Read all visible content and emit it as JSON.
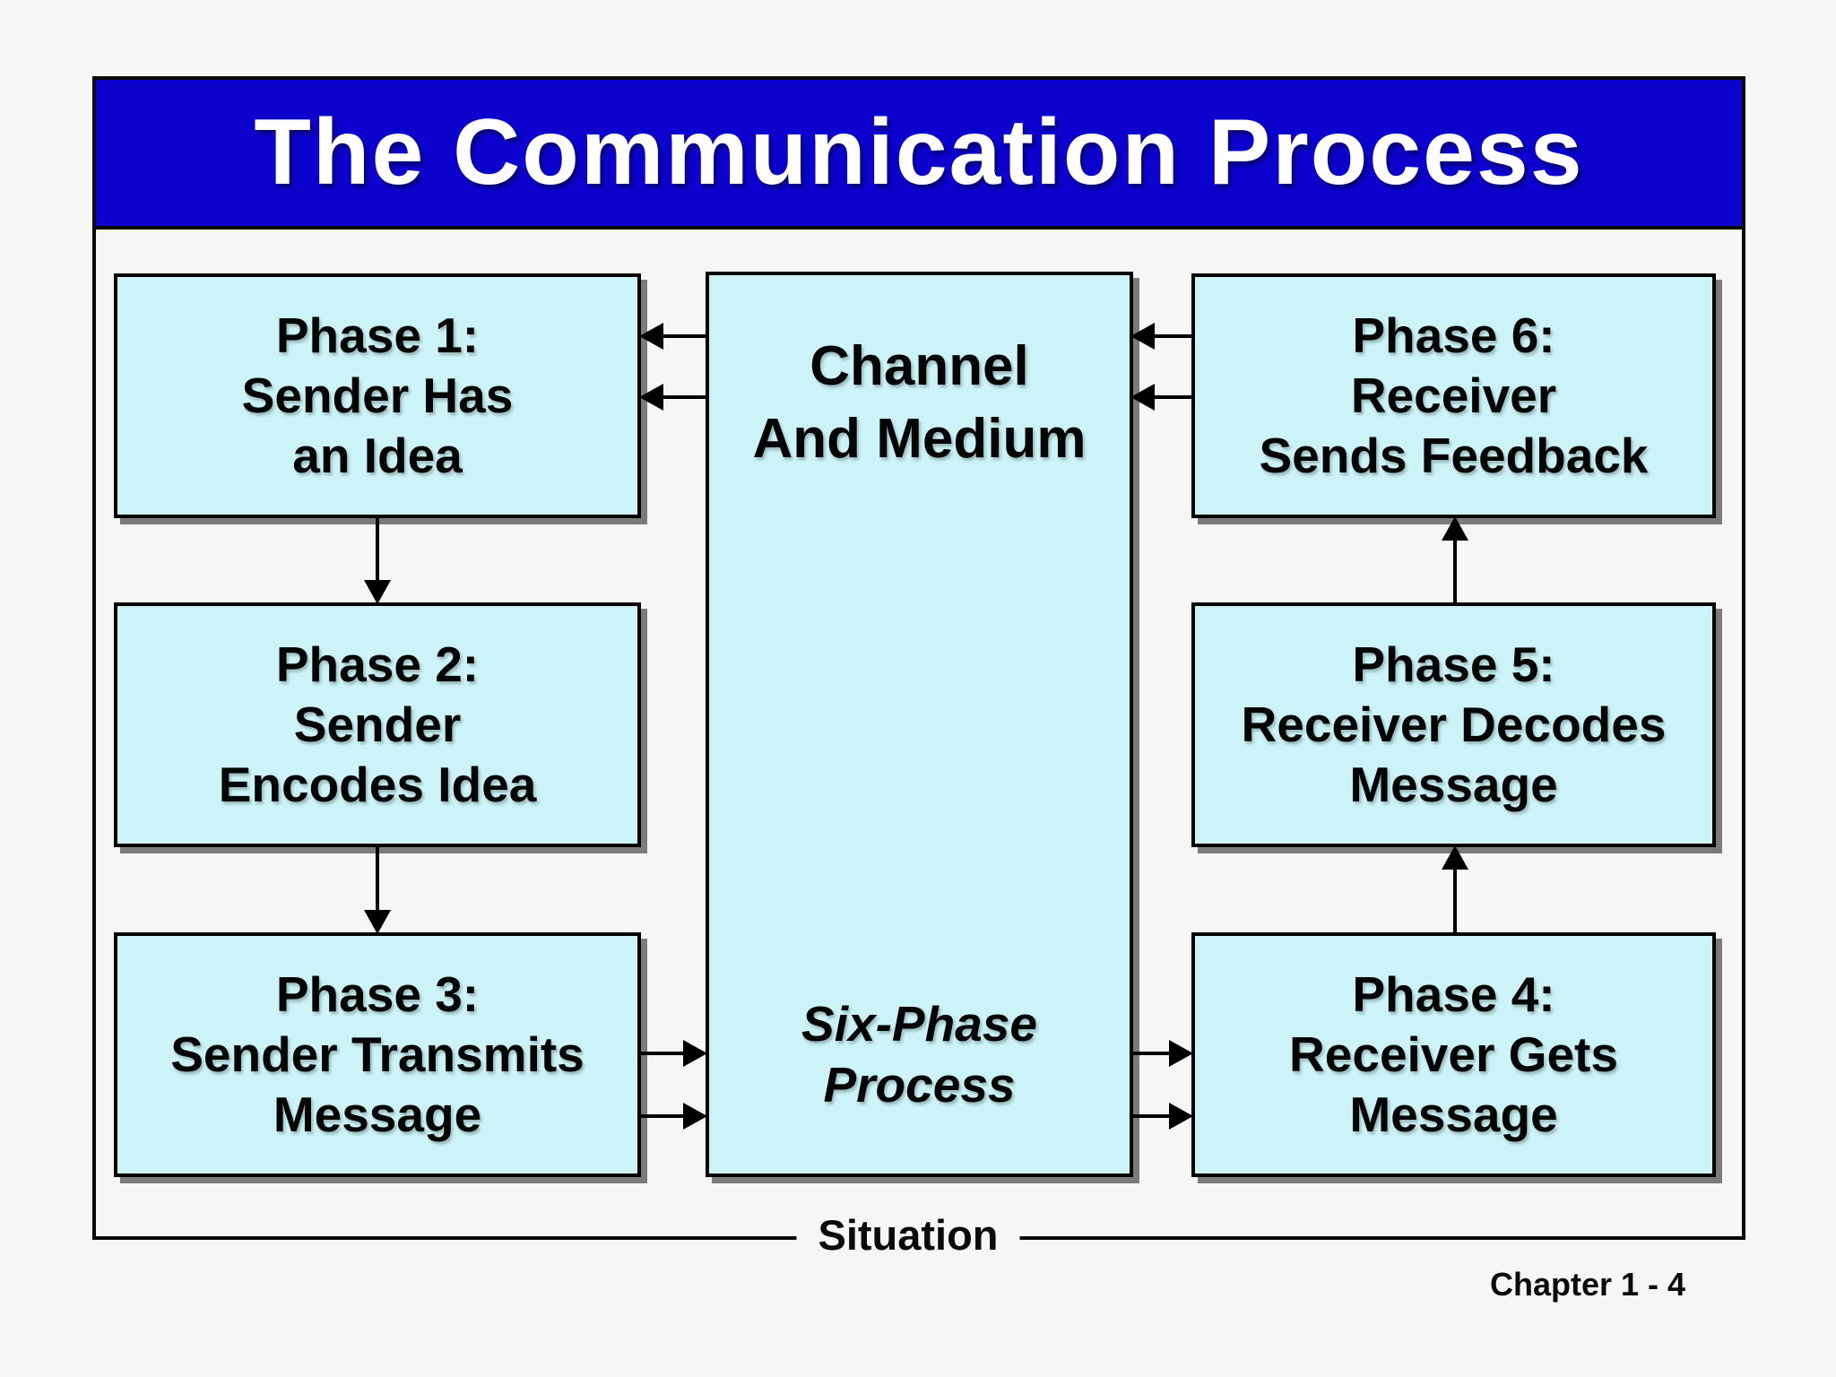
{
  "slide": {
    "title": "The Communication Process",
    "situation_label": "Situation",
    "page_label": "Chapter 1 - 4"
  },
  "colors": {
    "background": "#f6f6f5",
    "title_bar_fill": "#0d02cd",
    "title_text": "#ffffff",
    "box_fill": "#ccf4f8",
    "box_border": "#000000",
    "box_shadow": "#7b7b7b",
    "arrow": "#000000"
  },
  "diagram": {
    "channel_box": {
      "title_line1": "Channel",
      "title_line2": "And Medium",
      "subtitle_line1": "Six-Phase",
      "subtitle_line2": "Process"
    },
    "phases": [
      {
        "lines": [
          "Phase 1:",
          "Sender Has",
          "an Idea"
        ]
      },
      {
        "lines": [
          "Phase 2:",
          "Sender",
          "Encodes Idea"
        ]
      },
      {
        "lines": [
          "Phase 3:",
          "Sender Transmits",
          "Message"
        ]
      },
      {
        "lines": [
          "Phase 4:",
          "Receiver Gets",
          "Message"
        ]
      },
      {
        "lines": [
          "Phase 5:",
          "Receiver Decodes",
          "Message"
        ]
      },
      {
        "lines": [
          "Phase 6:",
          "Receiver",
          "Sends Feedback"
        ]
      }
    ],
    "arrows": [
      {
        "from": "channel",
        "to": "phase1",
        "count": 2
      },
      {
        "from": "phase1",
        "to": "phase2",
        "count": 1
      },
      {
        "from": "phase2",
        "to": "phase3",
        "count": 1
      },
      {
        "from": "phase3",
        "to": "channel",
        "count": 2
      },
      {
        "from": "channel",
        "to": "phase4",
        "count": 2
      },
      {
        "from": "phase4",
        "to": "phase5",
        "count": 1
      },
      {
        "from": "phase5",
        "to": "phase6",
        "count": 1
      },
      {
        "from": "phase6",
        "to": "channel",
        "count": 2
      }
    ]
  }
}
